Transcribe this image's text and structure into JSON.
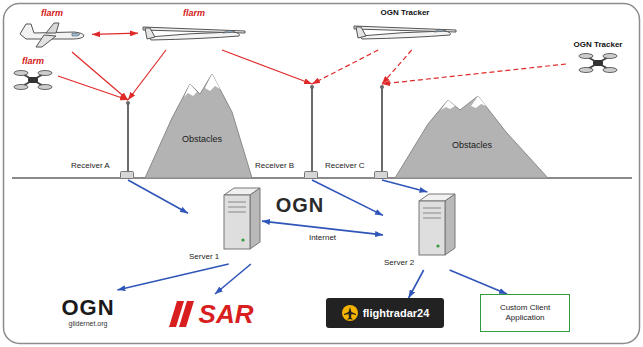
{
  "diagram": {
    "nodes": [
      {
        "text": [
          "flarm"
        ]
      },
      {
        "text": [
          "flarm"
        ]
      },
      {
        "text": [
          "OGN Tracker"
        ]
      },
      {
        "text": [
          "flarm"
        ]
      },
      {
        "text": [
          "OGN Tracker"
        ]
      },
      {
        "text": [
          "Receiver A"
        ]
      },
      {
        "text": [
          "Receiver B"
        ]
      },
      {
        "text": [
          "Receiver C"
        ]
      },
      {
        "text": [
          "Server 1"
        ]
      },
      {
        "text": [
          "Server 2"
        ]
      },
      {
        "text": [
          "OGN",
          "glidernet.org"
        ]
      },
      {
        "text": [
          "SAR"
        ]
      },
      {
        "text": [
          "flightradar24"
        ]
      },
      {
        "text": [
          "Custom Client Application"
        ]
      }
    ],
    "edges": [
      {
        "from": 0,
        "to": 1,
        "arrow": "both"
      },
      {
        "from": 0,
        "to": 5,
        "arrow": "to"
      },
      {
        "from": 1,
        "to": 5,
        "arrow": "to"
      },
      {
        "from": 1,
        "to": 6,
        "arrow": "to"
      },
      {
        "from": 3,
        "to": 5,
        "arrow": "to"
      },
      {
        "from": 2,
        "to": 6,
        "arrow": "to"
      },
      {
        "from": 2,
        "to": 7,
        "arrow": "to"
      },
      {
        "from": 4,
        "to": 7,
        "arrow": "to"
      },
      {
        "from": 5,
        "to": 8,
        "arrow": "to"
      },
      {
        "from": 6,
        "to": 9,
        "arrow": "to"
      },
      {
        "from": 7,
        "to": 9,
        "arrow": "to"
      },
      {
        "from": 8,
        "to": 9,
        "arrow": "both",
        "label": "Internet"
      },
      {
        "from": 8,
        "to": 10,
        "arrow": "to"
      },
      {
        "from": 8,
        "to": 11,
        "arrow": "to"
      },
      {
        "from": 9,
        "to": 12,
        "arrow": "to"
      },
      {
        "from": 9,
        "to": 13,
        "arrow": "to"
      }
    ],
    "labels": [
      "Obstacles",
      "Obstacles",
      "OGN"
    ]
  }
}
